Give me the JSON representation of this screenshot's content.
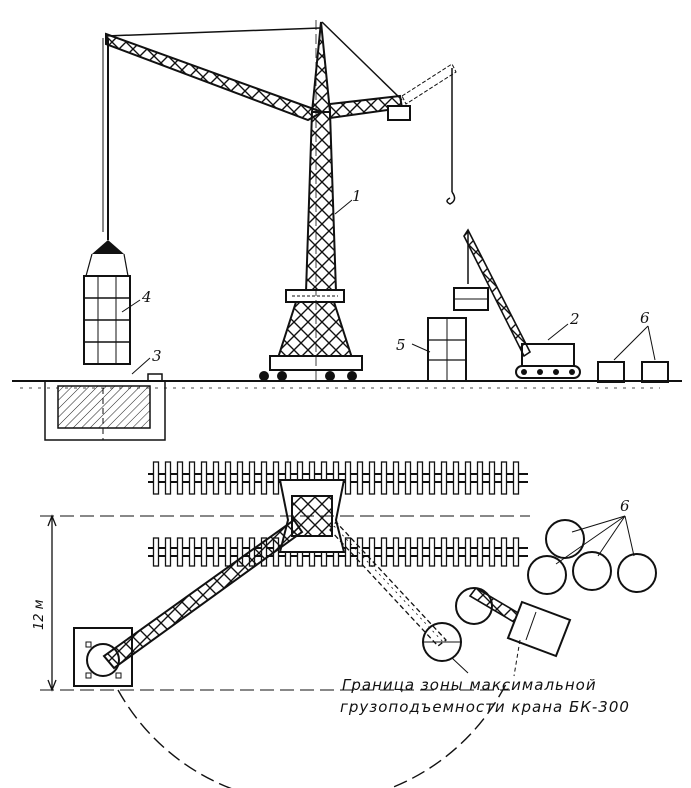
{
  "labels": {
    "crane": "1",
    "crawler_crane": "2",
    "foundation": "3",
    "shell_lifted": "4",
    "shell_ground": "5",
    "blocks_top": "6",
    "blocks_plan": "6"
  },
  "dimension": "12 м",
  "caption": {
    "line1": "Граница зоны максимальной",
    "line2": "грузоподъемности крана БК-300"
  }
}
